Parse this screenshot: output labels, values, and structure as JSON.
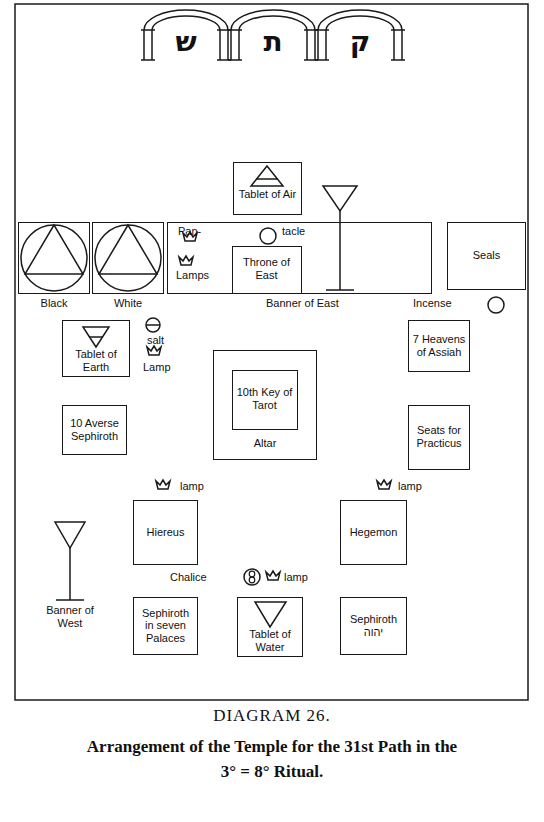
{
  "diagram": {
    "title": "DIAGRAM 26.",
    "caption": "Arrangement of the Temple for the 31st Path in the 3° = 8° Ritual.",
    "nodes": [
      {
        "text": [
          "Tablet of Air"
        ]
      },
      {
        "text": [
          "Black"
        ]
      },
      {
        "text": [
          "White"
        ]
      },
      {
        "text": [
          "Pan-",
          "tacle"
        ]
      },
      {
        "text": [
          "Throne of East"
        ],
        "in": 3
      },
      {
        "text": [
          "Seals"
        ]
      },
      {
        "text": [
          "Tablet of Earth"
        ]
      },
      {
        "text": [
          "7 Heavens of Assiah"
        ]
      },
      {
        "text": [
          "Altar"
        ]
      },
      {
        "text": [
          "10th Key of Tarot"
        ],
        "in": 8
      },
      {
        "text": [
          "10 Averse Sephiroth"
        ]
      },
      {
        "text": [
          "Seats for Practicus"
        ]
      },
      {
        "text": [
          "Hiereus"
        ]
      },
      {
        "text": [
          "Hegemon"
        ]
      },
      {
        "text": [
          "Sephiroth in seven Palaces"
        ]
      },
      {
        "text": [
          "Tablet of Water"
        ]
      },
      {
        "text": [
          "Sephiroth יהוה"
        ]
      }
    ],
    "labels": [
      "ש",
      "ת",
      "ק",
      "Lamps",
      "Banner of East",
      "Incense",
      "salt",
      "Lamp",
      "lamp",
      "lamp",
      "Chalice",
      "lamp",
      "Banner of West"
    ]
  }
}
